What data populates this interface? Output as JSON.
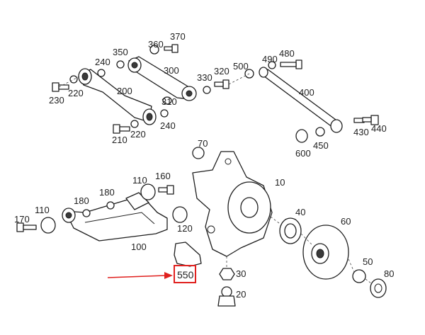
{
  "labels": {
    "p10": "10",
    "p20": "20",
    "p30": "30",
    "p40": "40",
    "p50": "50",
    "p60": "60",
    "p70": "70",
    "p80": "80",
    "p100": "100",
    "p110a": "110",
    "p110b": "110",
    "p120": "120",
    "p160": "160",
    "p170": "170",
    "p180a": "180",
    "p180b": "180",
    "p200": "200",
    "p210": "210",
    "p220a": "220",
    "p220b": "220",
    "p230": "230",
    "p240a": "240",
    "p240b": "240",
    "p300": "300",
    "p310": "310",
    "p320": "320",
    "p330": "330",
    "p350": "350",
    "p360": "360",
    "p370": "370",
    "p400": "400",
    "p430": "430",
    "p440": "440",
    "p450": "450",
    "p480": "480",
    "p490": "490",
    "p500": "500",
    "p600": "600"
  },
  "highlight": {
    "label": "550",
    "box_color": "#e0201e",
    "arrow_color": "#e0201e"
  }
}
